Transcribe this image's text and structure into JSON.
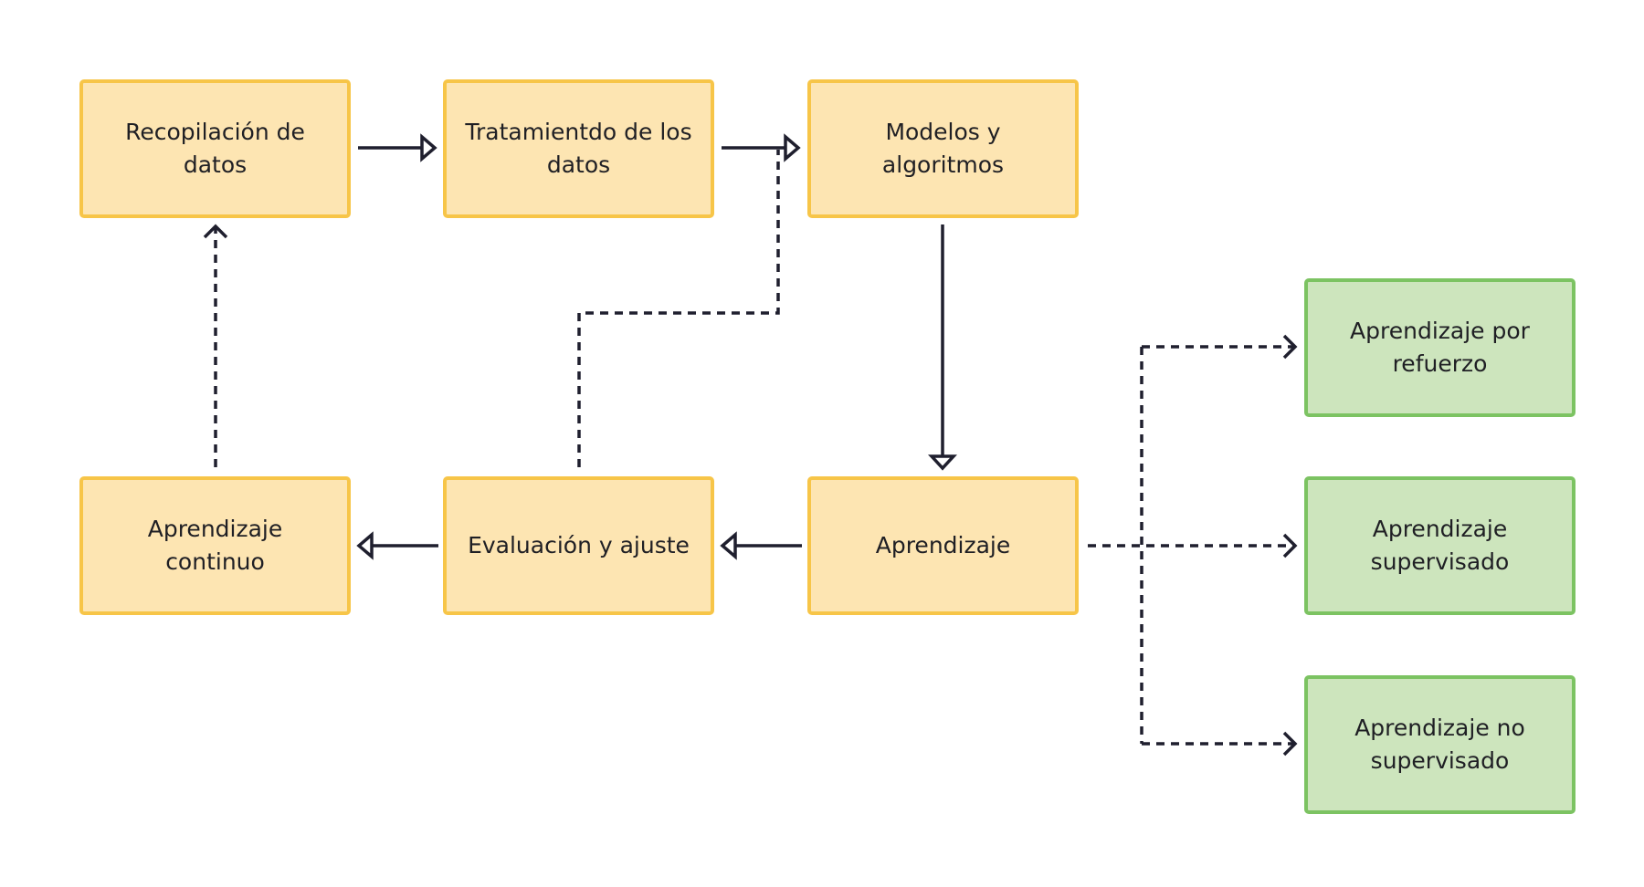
{
  "colors": {
    "yellow_fill": "#fde5b2",
    "yellow_border": "#f7c548",
    "green_fill": "#cde5bd",
    "green_border": "#7cc362",
    "connector": "#1f1f2e"
  },
  "nodes": {
    "recopilacion": "Recopilación de datos",
    "tratamiento": "Tratamientdo de los datos",
    "modelos": "Modelos y algoritmos",
    "aprendizaje_continuo": "Aprendizaje continuo",
    "evaluacion": "Evaluación y ajuste",
    "aprendizaje": "Aprendizaje",
    "refuerzo": "Aprendizaje por refuerzo",
    "supervisado": "Aprendizaje supervisado",
    "no_supervisado": "Aprendizaje no supervisado"
  },
  "edges": [
    {
      "from": "recopilacion",
      "to": "tratamiento",
      "style": "solid"
    },
    {
      "from": "tratamiento",
      "to": "modelos",
      "style": "solid"
    },
    {
      "from": "modelos",
      "to": "aprendizaje",
      "style": "solid"
    },
    {
      "from": "aprendizaje",
      "to": "evaluacion",
      "style": "solid"
    },
    {
      "from": "evaluacion",
      "to": "aprendizaje_continuo",
      "style": "solid"
    },
    {
      "from": "aprendizaje_continuo",
      "to": "recopilacion",
      "style": "dashed"
    },
    {
      "from": "evaluacion",
      "to": "modelos",
      "style": "dashed"
    },
    {
      "from": "aprendizaje",
      "to": "refuerzo",
      "style": "dashed"
    },
    {
      "from": "aprendizaje",
      "to": "supervisado",
      "style": "dashed"
    },
    {
      "from": "aprendizaje",
      "to": "no_supervisado",
      "style": "dashed"
    }
  ]
}
